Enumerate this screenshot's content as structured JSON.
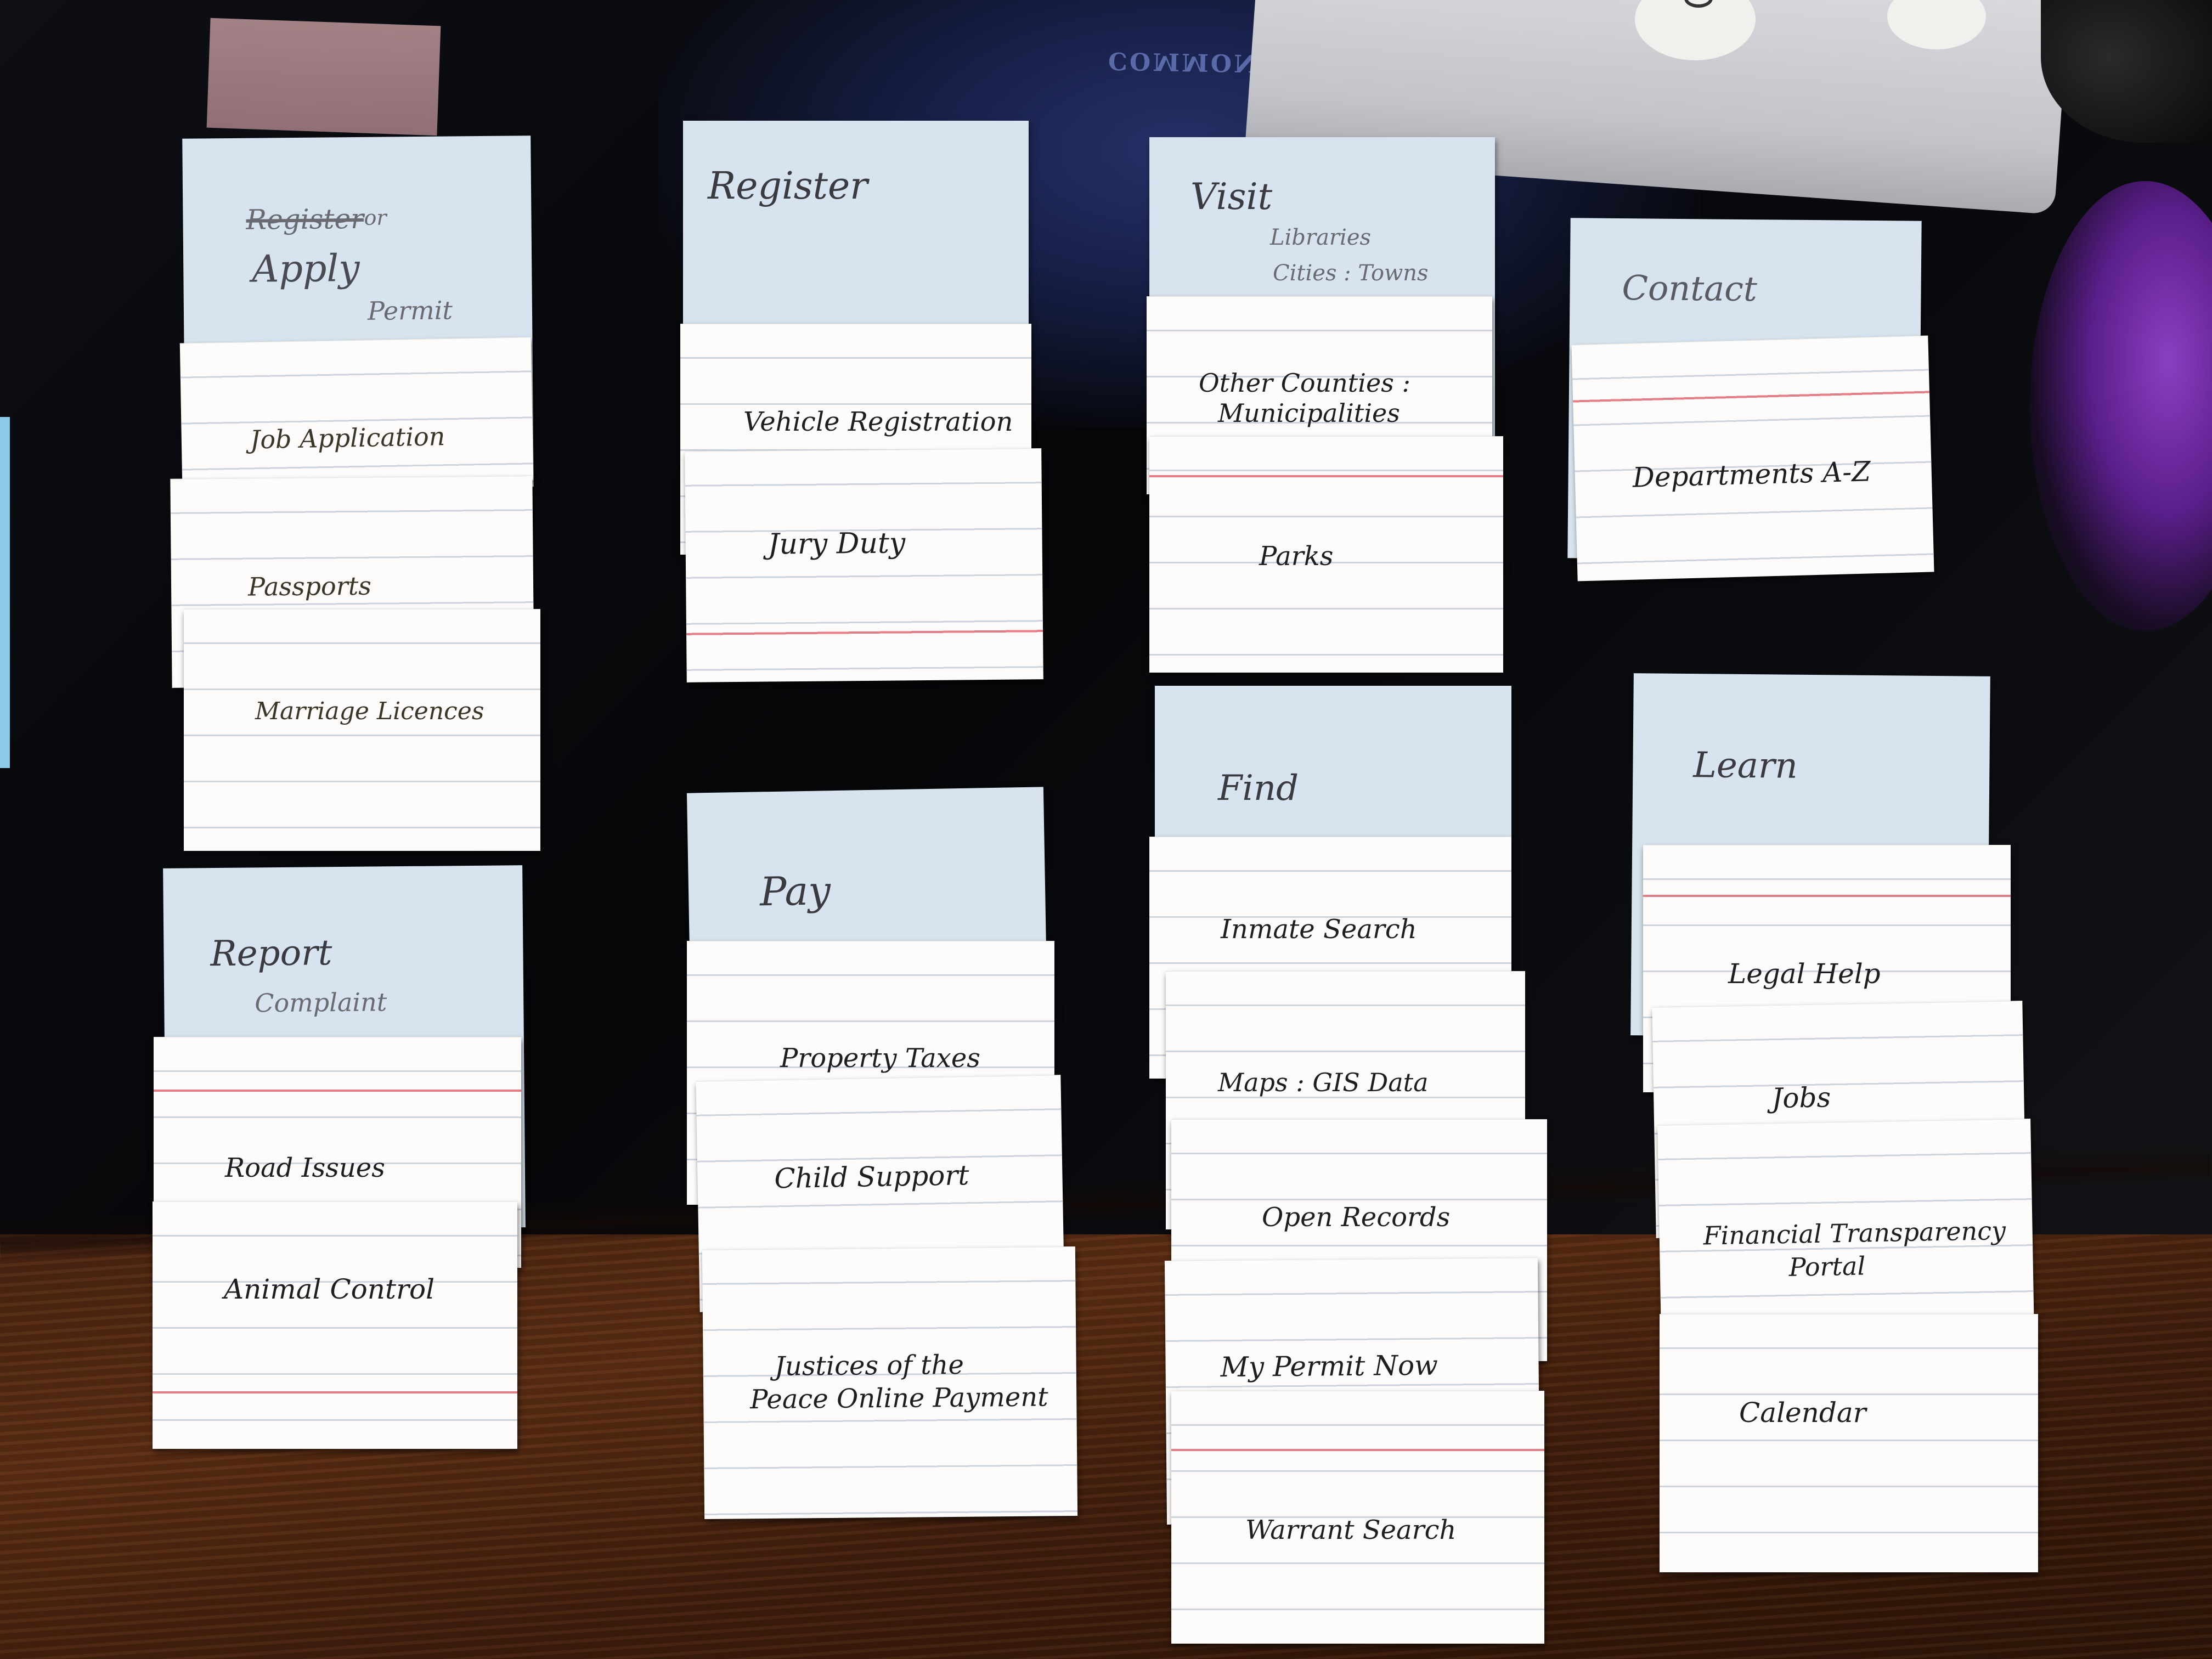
{
  "scene": {
    "description_items": []
  },
  "background_text": {
    "mirrored_print": "COMMON REQUESTS"
  },
  "columns": [
    {
      "id": "apply",
      "header": {
        "crossed_out": "Register",
        "suffix": "or",
        "title": "Apply",
        "subtitle": "Permit"
      },
      "cards": [
        "Job Application",
        "Passports",
        "Marriage Licences"
      ]
    },
    {
      "id": "register",
      "header": {
        "title": "Register"
      },
      "cards": [
        "Vehicle Registration",
        "Jury Duty"
      ]
    },
    {
      "id": "visit",
      "header": {
        "title": "Visit",
        "sub1": "Libraries",
        "sub2": "Cities : Towns"
      },
      "cards": [
        "Other Counties :",
        "Municipalities",
        "Parks"
      ]
    },
    {
      "id": "contact",
      "header": {
        "title": "Contact"
      },
      "cards": [
        "Departments A-Z"
      ]
    },
    {
      "id": "report",
      "header": {
        "title": "Report",
        "subtitle": "Complaint"
      },
      "cards": [
        "Road Issues",
        "Animal Control"
      ]
    },
    {
      "id": "pay",
      "header": {
        "title": "Pay"
      },
      "cards": [
        "Property Taxes",
        "Child Support",
        "Justices of the",
        "Peace Online Payment"
      ]
    },
    {
      "id": "find",
      "header": {
        "title": "Find"
      },
      "cards": [
        "Inmate Search",
        "Maps : GIS Data",
        "Open Records",
        "My Permit Now",
        "Warrant Search"
      ]
    },
    {
      "id": "learn",
      "header": {
        "title": "Learn"
      },
      "cards": [
        "Legal Help",
        "Jobs",
        "Financial Transparency",
        "Portal",
        "Calendar"
      ]
    }
  ]
}
